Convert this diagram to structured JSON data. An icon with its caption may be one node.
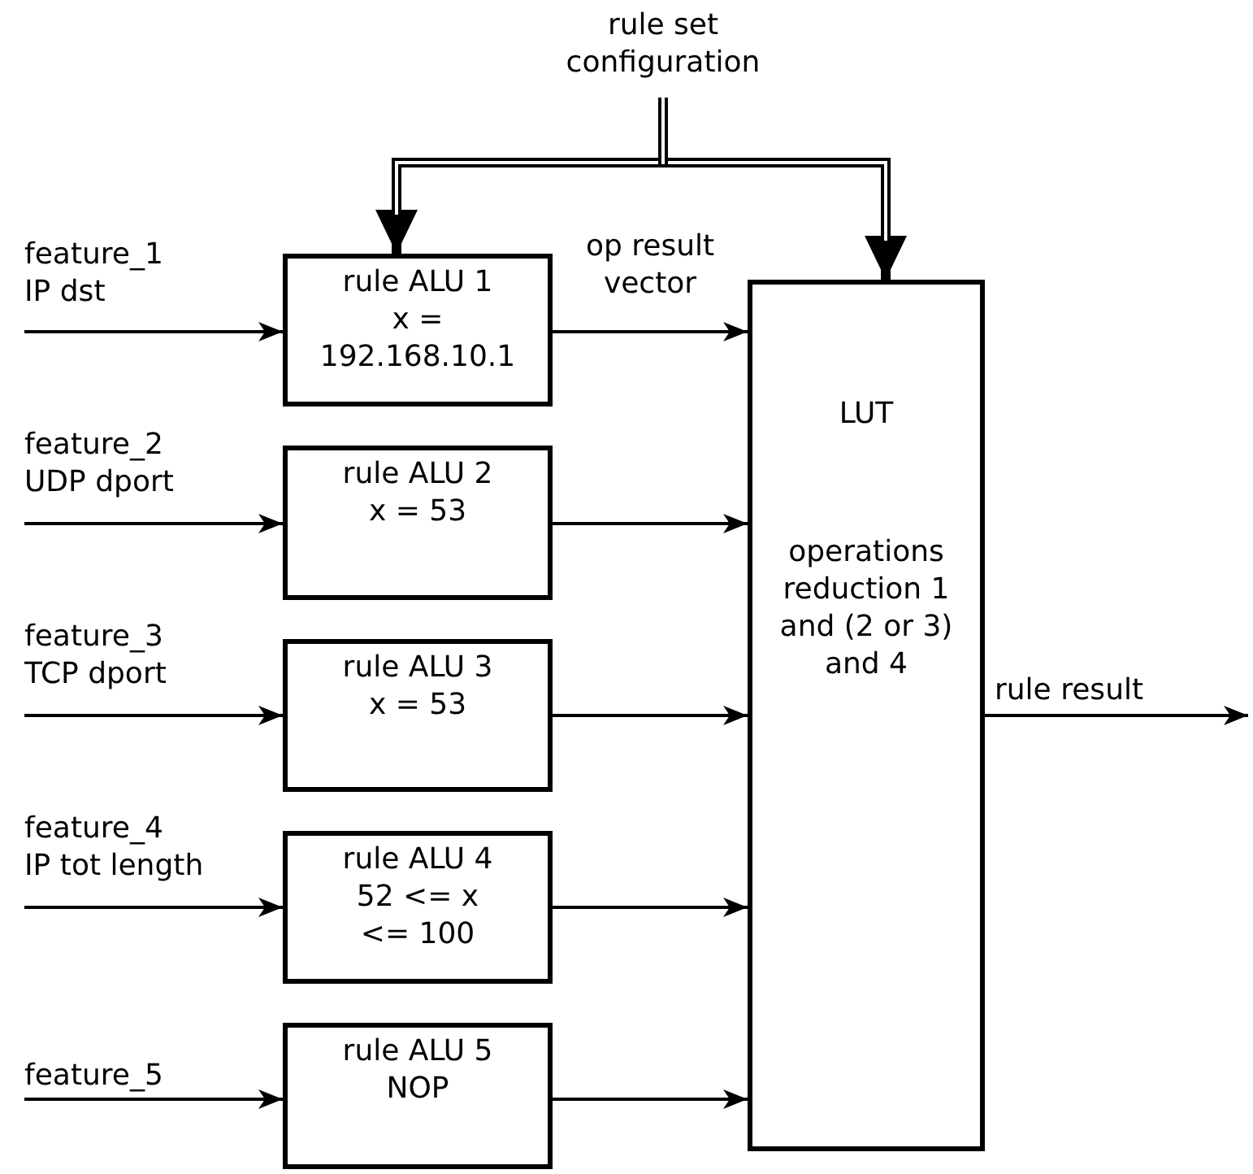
{
  "diagram": {
    "nodes": [
      {
        "text": [
          "rule set configuration"
        ]
      },
      {
        "text": [
          "rule ALU 1",
          "x = 192.168.10.1"
        ]
      },
      {
        "text": [
          "rule ALU 2",
          "x = 53"
        ]
      },
      {
        "text": [
          "rule ALU 3",
          "x = 53"
        ]
      },
      {
        "text": [
          "rule ALU 4",
          "52 <= x <= 100"
        ]
      },
      {
        "text": [
          "rule ALU 5",
          "NOP"
        ]
      },
      {
        "text": [
          "LUT",
          "operations reduction 1 and (2 or 3) and 4"
        ]
      }
    ],
    "edges": [
      {
        "from": 0,
        "to": 1,
        "arrow": "to",
        "style": "thick"
      },
      {
        "from": 0,
        "to": 6,
        "arrow": "to",
        "style": "thick"
      },
      {
        "from": null,
        "to": 1,
        "arrow": "to",
        "label": "feature_1 IP dst"
      },
      {
        "from": null,
        "to": 2,
        "arrow": "to",
        "label": "feature_2 UDP dport"
      },
      {
        "from": null,
        "to": 3,
        "arrow": "to",
        "label": "feature_3 TCP dport"
      },
      {
        "from": null,
        "to": 4,
        "arrow": "to",
        "label": "feature_4 IP tot length"
      },
      {
        "from": null,
        "to": 5,
        "arrow": "to",
        "label": "feature_5"
      },
      {
        "from": 1,
        "to": 6,
        "arrow": "to",
        "label": "op result vector"
      },
      {
        "from": 2,
        "to": 6,
        "arrow": "to"
      },
      {
        "from": 3,
        "to": 6,
        "arrow": "to"
      },
      {
        "from": 4,
        "to": 6,
        "arrow": "to"
      },
      {
        "from": 5,
        "to": 6,
        "arrow": "to"
      },
      {
        "from": 6,
        "to": null,
        "arrow": "to",
        "label": "rule result"
      }
    ]
  }
}
